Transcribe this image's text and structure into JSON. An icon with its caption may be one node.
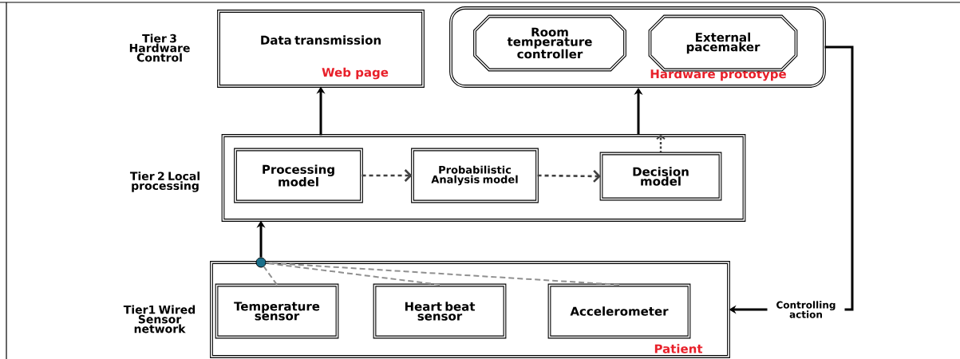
{
  "diagram": {
    "nodes": [
      {
        "text": [
          "Data transmission",
          "Web page"
        ]
      },
      {
        "text": [
          "Hardware prototype"
        ]
      },
      {
        "text": [
          "Room temperature controller"
        ],
        "in": 1
      },
      {
        "text": [
          "External pacemaker"
        ],
        "in": 1
      },
      {
        "text": [],
        "shape": "box"
      },
      {
        "text": [
          "Processing model"
        ],
        "in": 4
      },
      {
        "text": [
          "Probabilistic Analysis model"
        ],
        "in": 4
      },
      {
        "text": [
          "Decision model"
        ],
        "in": 4
      },
      {
        "text": [
          "Patient"
        ]
      },
      {
        "text": [
          "Temperature sensor"
        ],
        "in": 8
      },
      {
        "text": [
          "Heart beat sensor"
        ],
        "in": 8
      },
      {
        "text": [
          "Accelerometer"
        ],
        "in": 8
      },
      {
        "text": [],
        "shape": "circle"
      }
    ],
    "edges": [
      {
        "from": 4,
        "to": 0,
        "arrow": "to"
      },
      {
        "from": 4,
        "to": 1,
        "arrow": "to"
      },
      {
        "from": 5,
        "to": 6,
        "arrow": "to",
        "style": "dashed",
        "color": "#404040"
      },
      {
        "from": 6,
        "to": 7,
        "arrow": "to",
        "style": "dashed",
        "color": "#404040"
      },
      {
        "from": 7,
        "to": null,
        "arrow": "to",
        "style": "dashed",
        "color": "#404040"
      },
      {
        "from": 12,
        "to": 4,
        "arrow": "to"
      },
      {
        "from": 9,
        "to": 12,
        "arrow": "none",
        "style": "dashed",
        "color": "#909090"
      },
      {
        "from": 10,
        "to": 12,
        "arrow": "none",
        "style": "dashed",
        "color": "#909090"
      },
      {
        "from": 11,
        "to": 12,
        "arrow": "none",
        "style": "dashed",
        "color": "#909090"
      },
      {
        "from": 1,
        "to": 8,
        "arrow": "to",
        "label": "Controlling action"
      }
    ],
    "labels": [
      "Tier 3 Hardware Control",
      "Tier 2 Local processing",
      "Tier1 Wired Sensor network"
    ]
  }
}
